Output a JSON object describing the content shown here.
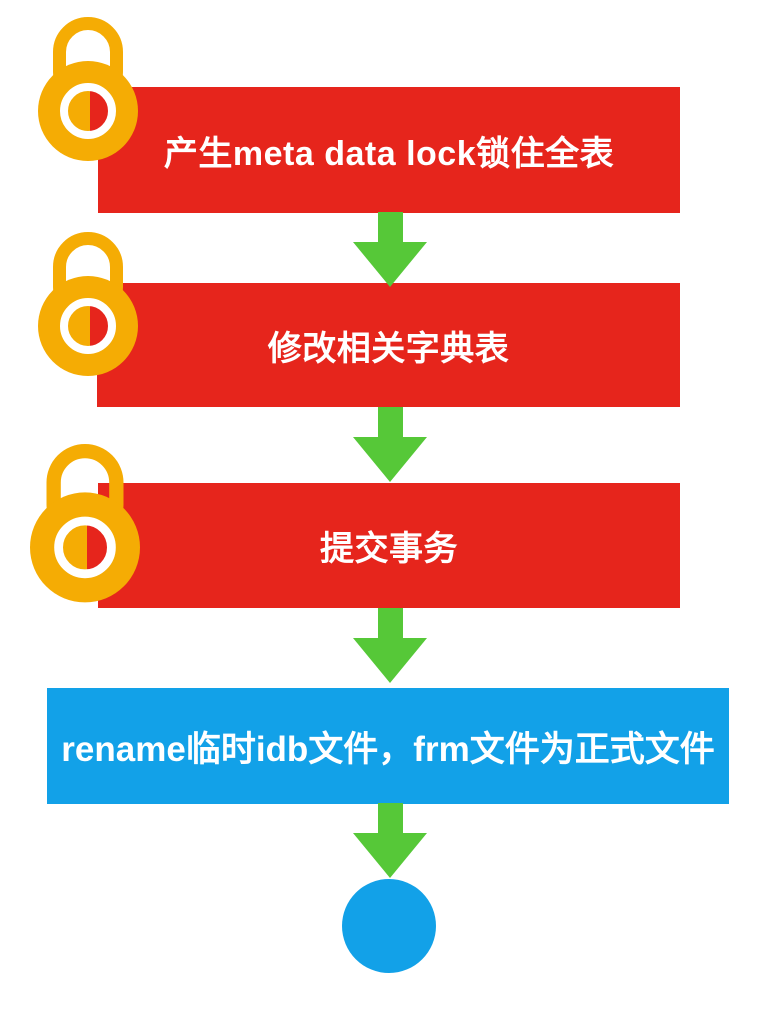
{
  "diagram": {
    "title": "DDL rename flow",
    "steps": [
      {
        "label": "产生meta data lock锁住全表",
        "kind": "red",
        "lock_icon": true
      },
      {
        "label": "修改相关字典表",
        "kind": "red",
        "lock_icon": true
      },
      {
        "label": "提交事务",
        "kind": "red",
        "lock_icon": true
      },
      {
        "label": "rename临时idb文件，frm文件为正式文件",
        "kind": "blue",
        "lock_icon": false
      }
    ],
    "connector": {
      "shape": "down-block-arrow",
      "count": 4
    },
    "end_node": {
      "shape": "circle"
    },
    "colors": {
      "step_red": "#E6251C",
      "step_blue": "#12A1E8",
      "arrow_green": "#56C838",
      "lock_orange": "#F5AC04",
      "text": "#FFFFFF",
      "background": "#FFFFFF"
    }
  }
}
